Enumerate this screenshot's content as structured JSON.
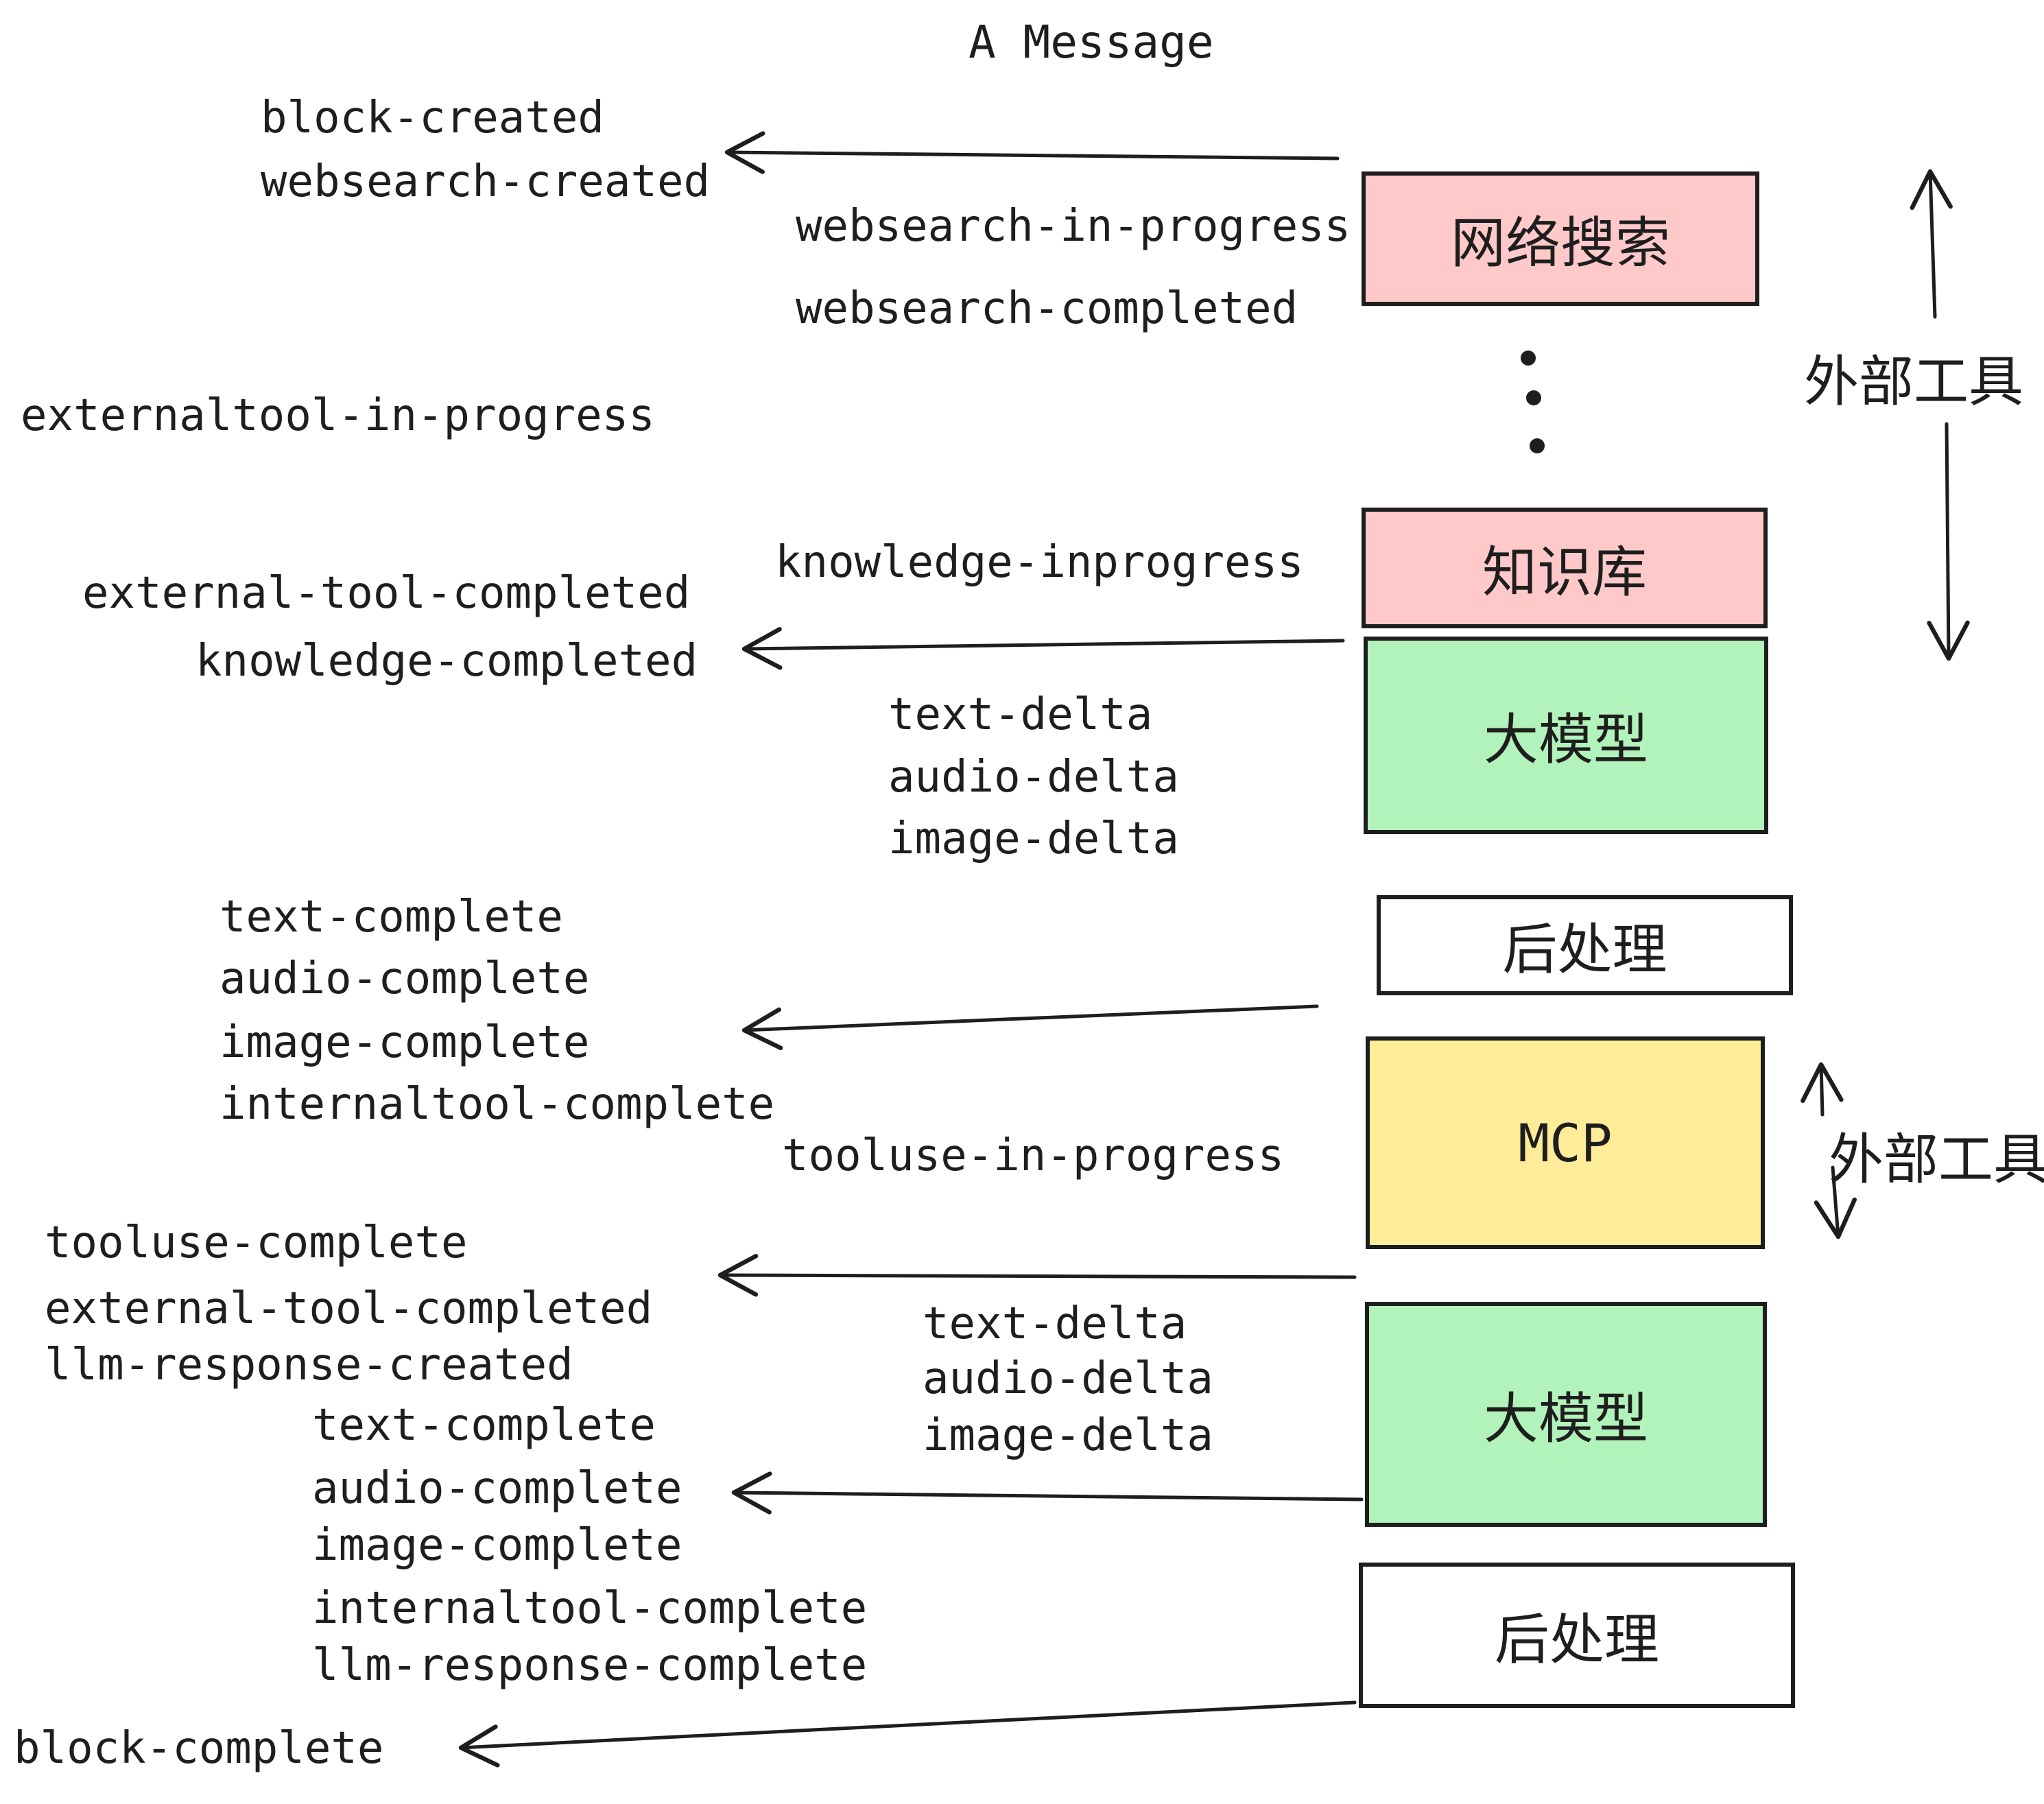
{
  "title": "A Message",
  "colors": {
    "ink": "#1e1e1e",
    "pink_fill": "#ffc9c9",
    "green_fill": "#b2f2bb",
    "yellow_fill": "#ffec99",
    "white_fill": "#ffffff"
  },
  "boxes": [
    {
      "id": "websearch",
      "label": "网络搜索",
      "fill": "#ffc9c9"
    },
    {
      "id": "knowledge",
      "label": "知识库",
      "fill": "#ffc9c9"
    },
    {
      "id": "llm-1",
      "label": "大模型",
      "fill": "#b2f2bb"
    },
    {
      "id": "postproc-1",
      "label": "后处理",
      "fill": "#ffffff"
    },
    {
      "id": "mcp",
      "label": "MCP",
      "fill": "#ffec99"
    },
    {
      "id": "llm-2",
      "label": "大模型",
      "fill": "#b2f2bb"
    },
    {
      "id": "postproc-2",
      "label": "后处理",
      "fill": "#ffffff"
    }
  ],
  "side_labels": [
    {
      "id": "external-tools-top",
      "label": "外部工具"
    },
    {
      "id": "external-tools-bottom",
      "label": "外部工具"
    }
  ],
  "events": [
    {
      "label": "block-created"
    },
    {
      "label": "websearch-created"
    },
    {
      "label": "websearch-in-progress"
    },
    {
      "label": "websearch-completed"
    },
    {
      "label": "externaltool-in-progress"
    },
    {
      "label": "knowledge-inprogress"
    },
    {
      "label": "external-tool-completed"
    },
    {
      "label": "knowledge-completed"
    },
    {
      "label": "text-delta"
    },
    {
      "label": "audio-delta"
    },
    {
      "label": "image-delta"
    },
    {
      "label": "text-complete"
    },
    {
      "label": "audio-complete"
    },
    {
      "label": "image-complete"
    },
    {
      "label": "internaltool-complete"
    },
    {
      "label": "tooluse-in-progress"
    },
    {
      "label": "tooluse-complete"
    },
    {
      "label": "external-tool-completed"
    },
    {
      "label": "llm-response-created"
    },
    {
      "label": "text-delta"
    },
    {
      "label": "audio-delta"
    },
    {
      "label": "image-delta"
    },
    {
      "label": "text-complete"
    },
    {
      "label": "audio-complete"
    },
    {
      "label": "image-complete"
    },
    {
      "label": "internaltool-complete"
    },
    {
      "label": "llm-response-complete"
    },
    {
      "label": "block-complete"
    }
  ],
  "decorations": {
    "vertical_ellipsis": "⋮"
  }
}
